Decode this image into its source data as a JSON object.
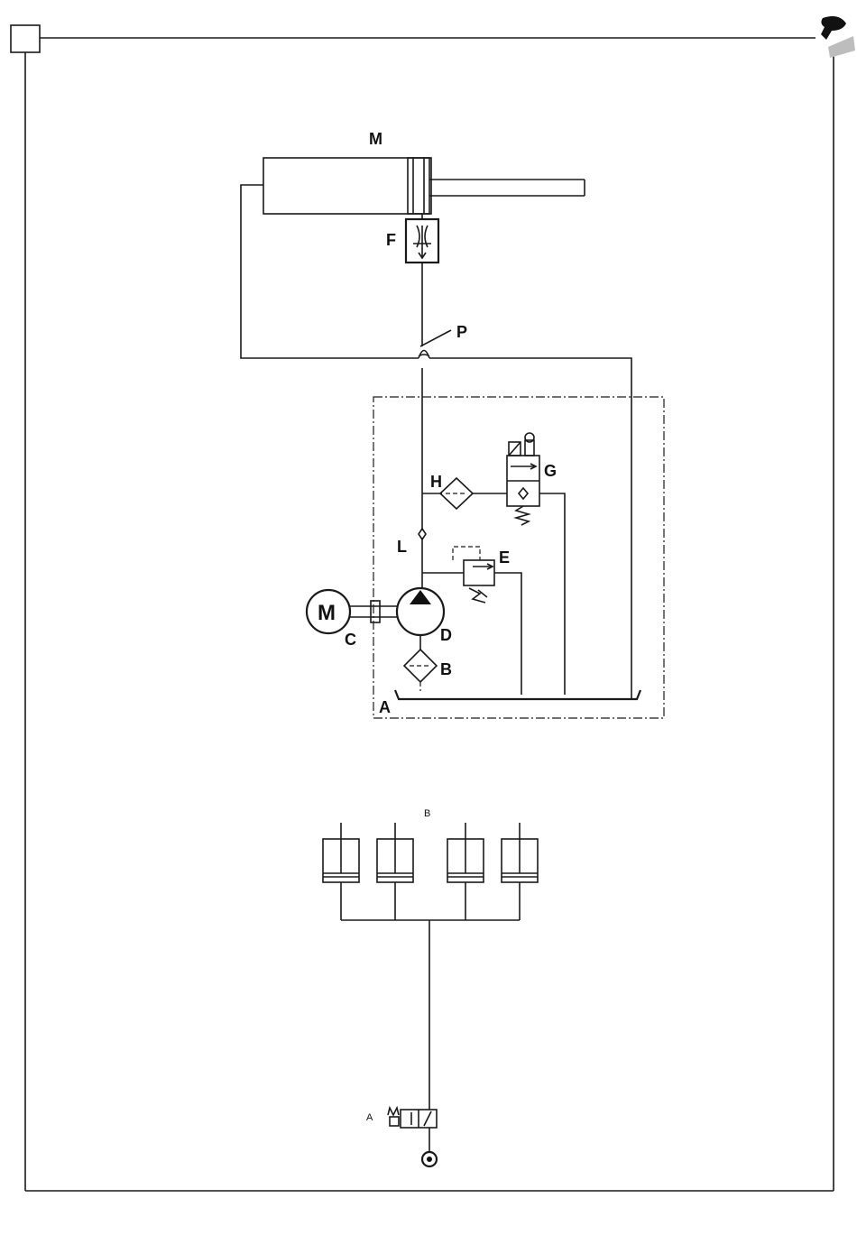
{
  "labels": {
    "cylinder": "M",
    "flow_valve": "F",
    "connection": "P",
    "filter_return": "H",
    "solenoid_valve": "G",
    "check_valve": "L",
    "relief_valve": "E",
    "motor_symbol": "M",
    "motor": "C",
    "pump": "D",
    "suction_filter": "B",
    "tank_unit": "A",
    "brake_group": "B",
    "brake_valve": "A"
  }
}
